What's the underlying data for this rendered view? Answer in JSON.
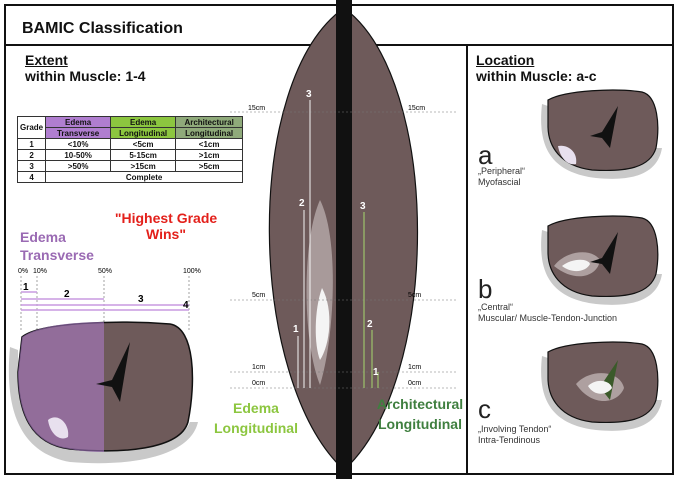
{
  "header": {
    "title": "BAMIC Classification"
  },
  "extent": {
    "title": "Extent",
    "subtitle": "within Muscle: 1-4"
  },
  "location": {
    "title": "Location",
    "subtitle": "within Muscle: a-c"
  },
  "table": {
    "head1": [
      "Grade",
      "Edema",
      "Edema",
      "Architectural"
    ],
    "head2": [
      "Transverse",
      "Longitudinal",
      "Longitudinal"
    ],
    "rows": [
      [
        "1",
        "<10%",
        "<5cm",
        "<1cm"
      ],
      [
        "2",
        "10-50%",
        "5-15cm",
        ">1cm"
      ],
      [
        "3",
        ">50%",
        ">15cm",
        ">5cm"
      ],
      [
        "4",
        "Complete"
      ]
    ]
  },
  "colors": {
    "edema_transverse": "#b07ed0",
    "edema_longitudinal": "#8cc63f",
    "architectural": "#8faa7a",
    "muscle": "#6e5a5a",
    "tendon": "#111111",
    "highlight": "#e3201b"
  },
  "highest_grade": [
    "\"Highest Grade",
    "Wins\""
  ],
  "edema_transverse_label": [
    "Edema",
    "Transverse"
  ],
  "transverse_scale": {
    "ticks": [
      "0%",
      "10%",
      "50%",
      "100%"
    ],
    "grades": [
      "1",
      "2",
      "3",
      "4"
    ]
  },
  "longitudinal": {
    "ticks": [
      "15cm",
      "5cm",
      "1cm",
      "0cm"
    ],
    "edema_grades": [
      "3",
      "2",
      "1"
    ],
    "arch_grades": [
      "3",
      "2",
      "1"
    ],
    "edema_label": [
      "Edema",
      "Longitudinal"
    ],
    "arch_label": [
      "Architectural",
      "Longitudinal"
    ]
  },
  "locations": [
    {
      "letter": "a",
      "caption": [
        "„Peripheral“",
        "Myofascial"
      ]
    },
    {
      "letter": "b",
      "caption": [
        "„Central“",
        "Muscular/ Muscle-Tendon-Junction"
      ]
    },
    {
      "letter": "c",
      "caption": [
        "„Involving Tendon“",
        "Intra-Tendinous"
      ]
    }
  ]
}
